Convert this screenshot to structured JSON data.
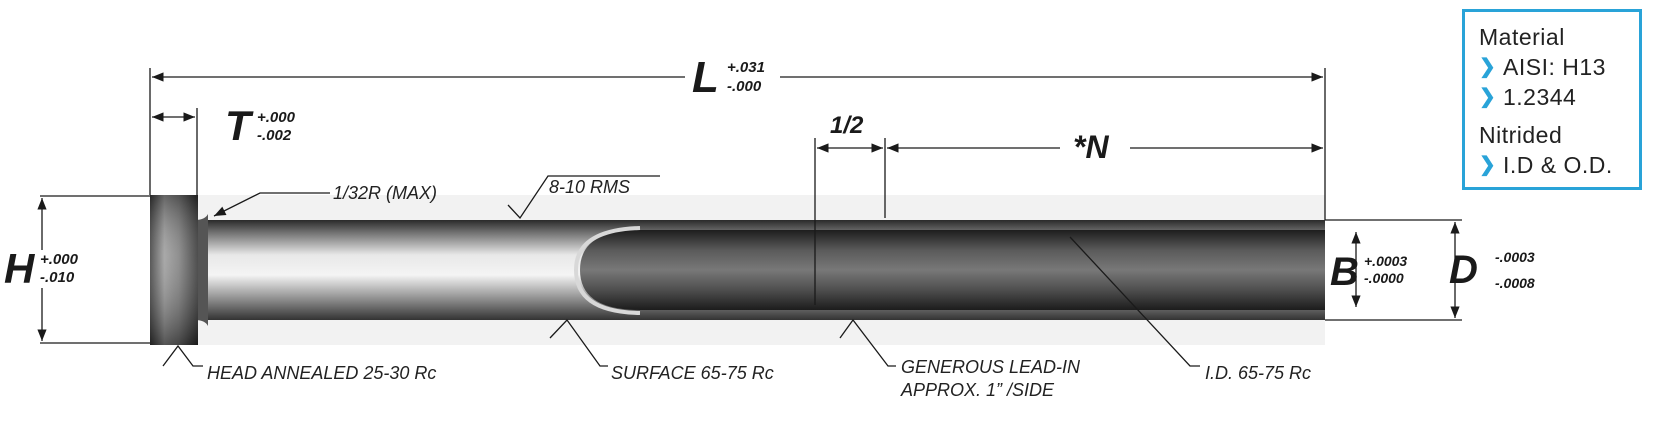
{
  "dimensions": {
    "L": {
      "letter": "L",
      "plus": "+.031",
      "minus": "-.000"
    },
    "T": {
      "letter": "T",
      "plus": "+.000",
      "minus": "-.002"
    },
    "H": {
      "letter": "H",
      "plus": "+.000",
      "minus": "-.010"
    },
    "B": {
      "letter": "B",
      "plus": "+.0003",
      "minus": "-.0000"
    },
    "D": {
      "letter": "D",
      "plus": "-.0003",
      "minus": "-.0008"
    },
    "N": {
      "label": "*N"
    },
    "half": {
      "label": "1/2"
    }
  },
  "callouts": {
    "radius": "1/32R (MAX)",
    "finish": "8-10 RMS",
    "head": "HEAD ANNEALED 25-30 Rc",
    "surface": "SURFACE 65-75 Rc",
    "leadin_line1": "GENEROUS LEAD-IN",
    "leadin_line2": "APPROX. 1” /SIDE",
    "id": "I.D. 65-75 Rc"
  },
  "material_box": {
    "title": "Material",
    "items": [
      "AISI: H13",
      "1.2344"
    ],
    "title2": "Nitrided",
    "items2": [
      "I.D & O.D."
    ],
    "accent": "#29a3d8"
  }
}
